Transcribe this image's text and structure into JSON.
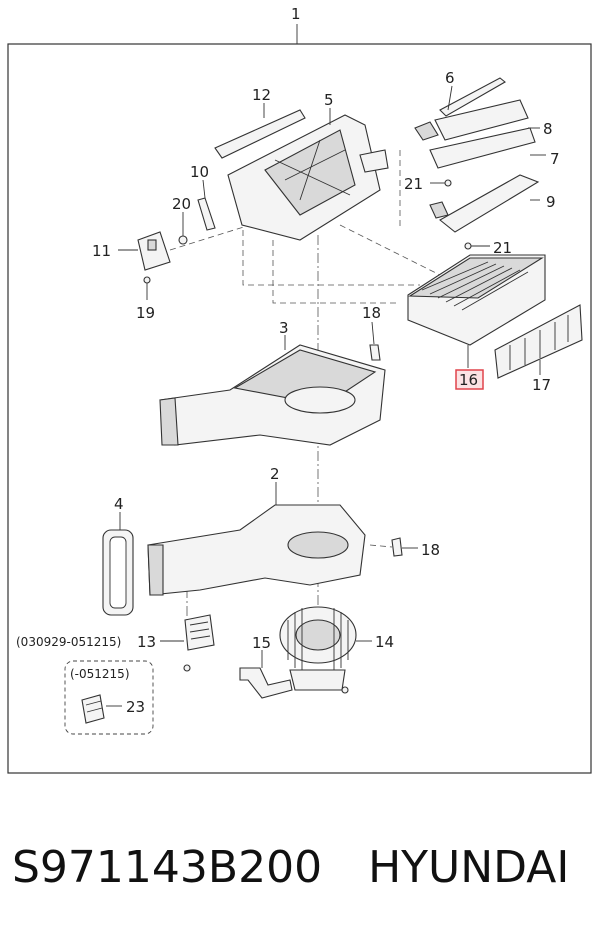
{
  "diagram": {
    "assembly_callout": "1",
    "highlighted_part": "16",
    "highlight_color": "#e0434b",
    "callouts": {
      "p2": "2",
      "p3": "3",
      "p4": "4",
      "p5": "5",
      "p6": "6",
      "p7": "7",
      "p8": "8",
      "p9": "9",
      "p10": "10",
      "p11": "11",
      "p12": "12",
      "p13": "13",
      "p14": "14",
      "p15": "15",
      "p17": "17",
      "p18a": "18",
      "p18b": "18",
      "p19": "19",
      "p20": "20",
      "p21a": "21",
      "p21b": "21",
      "p23": "23"
    },
    "date_note_13": "(030929-051215)",
    "date_note_23": "(-051215)"
  },
  "caption": {
    "part_number": "S971143B200",
    "brand": "HYUNDAI"
  }
}
